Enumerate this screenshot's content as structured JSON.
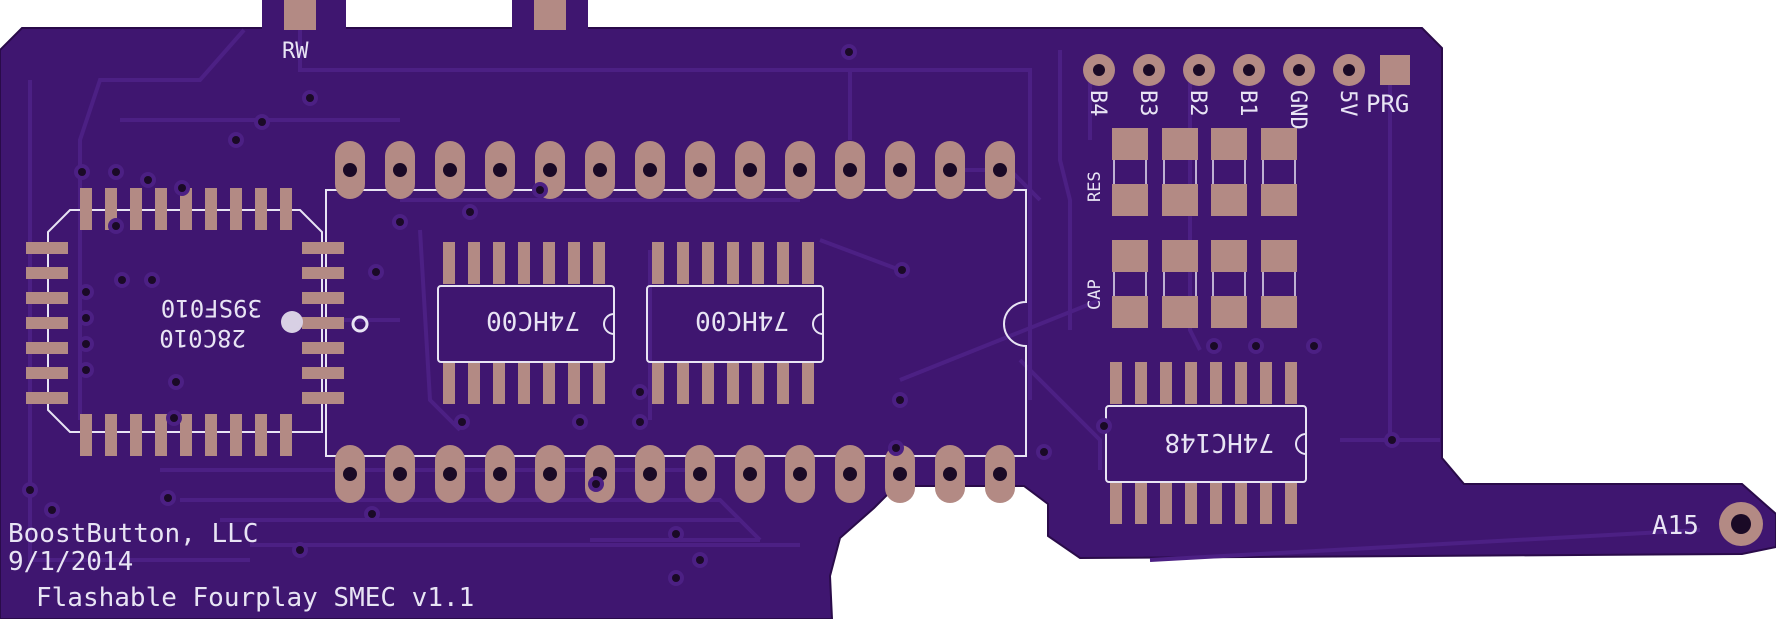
{
  "colors": {
    "board": "#3f1670",
    "board_dark": "#33105c",
    "trace": "#4c2084",
    "pad": "#b38a84",
    "silk": "#e8e4f4",
    "hole": "#1a0a26",
    "background": "#ffffff"
  },
  "silkscreen": {
    "company": "BoostButton, LLC",
    "date": "9/1/2014",
    "product": "Flashable Fourplay SMEC v1.1",
    "label_rw": "RW",
    "label_a15": "A15",
    "label_res": "RES",
    "label_cap": "CAP",
    "label_prg": "PRG",
    "header_labels": [
      "B4",
      "B3",
      "B2",
      "B1",
      "GND",
      "5V"
    ],
    "plcc_part_a": "39SF010",
    "plcc_part_b": "28C010",
    "chip_u2": "74HC00",
    "chip_u3": "74HC00",
    "chip_u4": "74HC148"
  }
}
